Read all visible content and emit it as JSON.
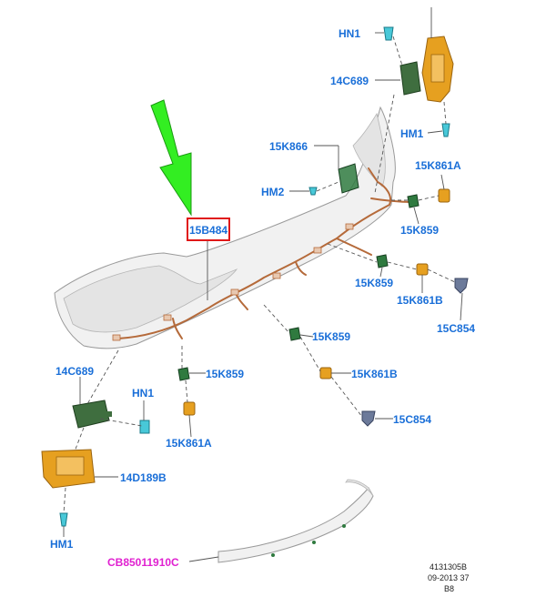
{
  "labels": {
    "hn1_top": "HN1",
    "c14c689_top": "14C689",
    "hm1_top": "HM1",
    "k15k866": "15K866",
    "k15k861a_top": "15K861A",
    "hm2": "HM2",
    "b15b484": "15B484",
    "k15k859_upper": "15K859",
    "k15k859_mid": "15K859",
    "k15k861b_top": "15K861B",
    "c15c854_top": "15C854",
    "k15k859_center": "15K859",
    "c14c689_left": "14C689",
    "k15k859_left": "15K859",
    "hn1_left": "HN1",
    "k15k861b_mid": "15K861B",
    "k15k861a_bottom": "15K861A",
    "c15c854_bottom": "15C854",
    "d14d189b": "14D189B",
    "hm1_bottom": "HM1",
    "cb85011910c": "CB85011910C"
  },
  "footer": {
    "line1": "4131305B",
    "line2": "09-2013 37",
    "line3": "B8"
  },
  "colors": {
    "label_blue": "#1a6fd8",
    "label_magenta": "#e020d0",
    "highlight_red": "#e01818",
    "arrow_green": "#33ee22",
    "harness_brown": "#b56a3a"
  }
}
